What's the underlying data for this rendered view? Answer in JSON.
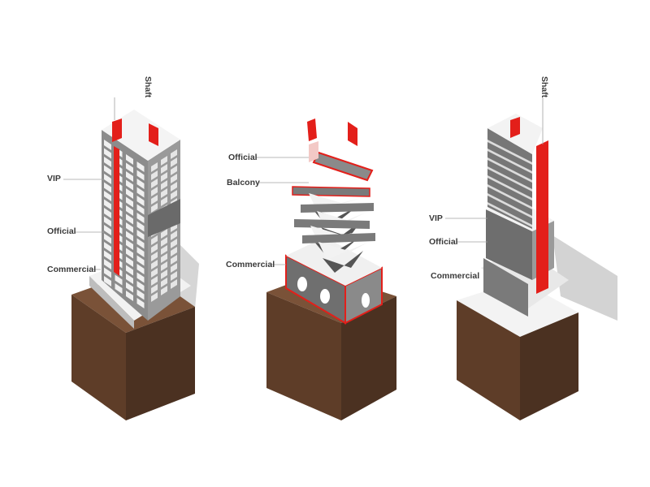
{
  "diagrams": [
    {
      "id": "left",
      "labels": {
        "shaft": "Shaft",
        "vip": "VIP",
        "official": "Official",
        "commercial": "Commercial"
      }
    },
    {
      "id": "middle",
      "labels": {
        "official": "Official",
        "balcony": "Balcony",
        "commercial": "Commercial"
      }
    },
    {
      "id": "right",
      "labels": {
        "shaft": "Shaft",
        "vip": "VIP",
        "official": "Official",
        "commercial": "Commercial"
      }
    }
  ],
  "colors": {
    "shaft_red": "#e31f1a",
    "soil_top": "#7a5238",
    "soil_front": "#5e3d28",
    "soil_side": "#4a3020",
    "building_gray": "#8a8a8a",
    "building_light": "#e9e9e9",
    "building_dark": "#555555",
    "shadow": "#d9d9d9",
    "leader_line": "#999999"
  }
}
